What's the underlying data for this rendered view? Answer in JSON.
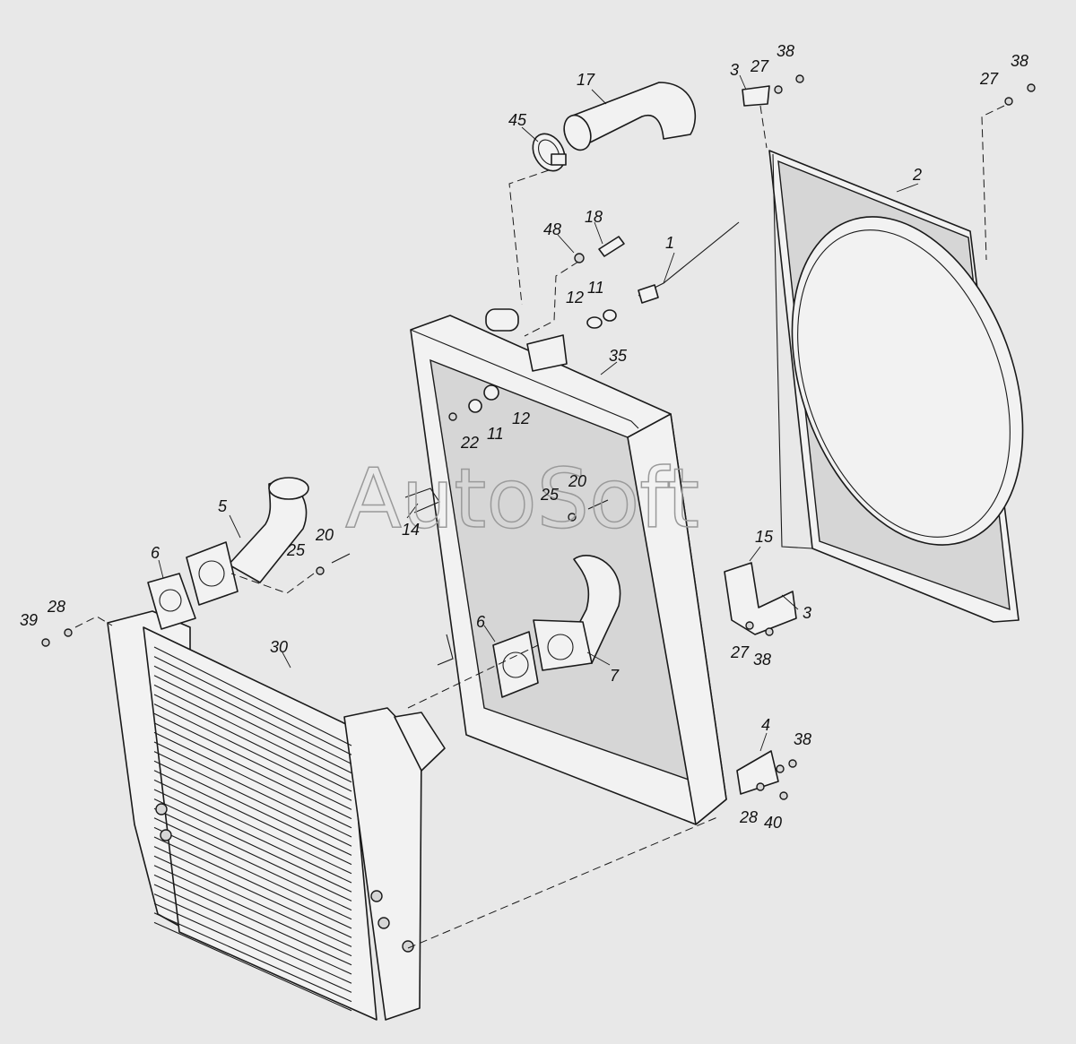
{
  "watermark": "AutoSoft",
  "callouts": {
    "c1": "1",
    "c2": "2",
    "c3a": "3",
    "c3b": "3",
    "c4": "4",
    "c5": "5",
    "c6a": "6",
    "c6b": "6",
    "c7": "7",
    "c11a": "11",
    "c11b": "11",
    "c12a": "12",
    "c12b": "12",
    "c14": "14",
    "c15": "15",
    "c17": "17",
    "c18": "18",
    "c20a": "20",
    "c20b": "20",
    "c22": "22",
    "c25a": "25",
    "c25b": "25",
    "c27a": "27",
    "c27b": "27",
    "c27c": "27",
    "c28a": "28",
    "c28b": "28",
    "c30": "30",
    "c35": "35",
    "c38a": "38",
    "c38b": "38",
    "c38c": "38",
    "c38d": "38",
    "c39": "39",
    "c40": "40",
    "c45": "45",
    "c48": "48"
  }
}
